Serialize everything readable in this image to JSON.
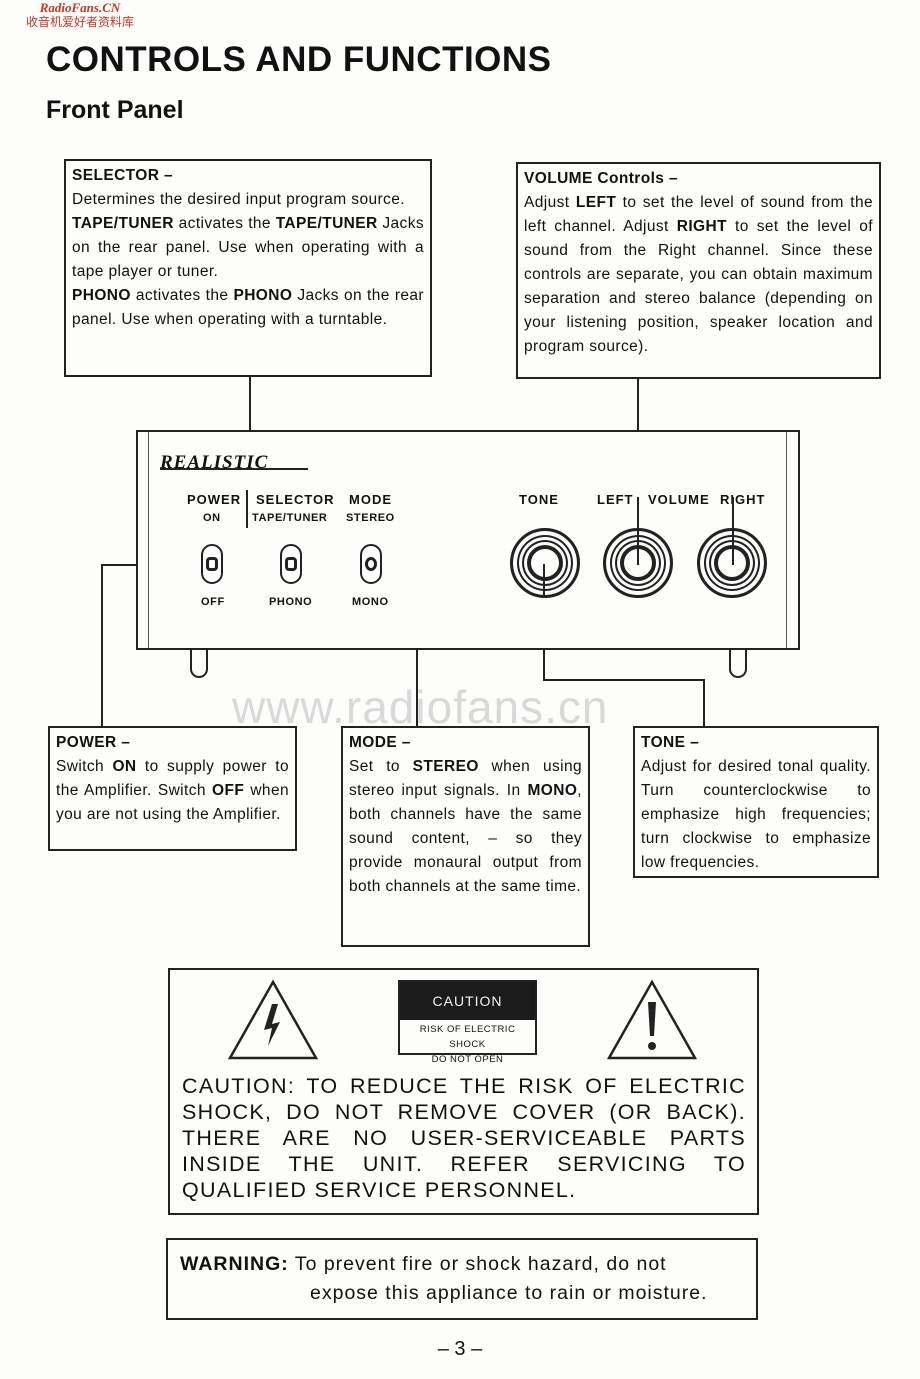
{
  "watermark_top": {
    "line1": "RadioFans.CN",
    "line2": "收音机爱好者资料库"
  },
  "watermark_mid": "www.radiofans.cn",
  "title": "CONTROLS AND FUNCTIONS",
  "subtitle": "Front Panel",
  "selector": {
    "head": "SELECTOR –",
    "p1": "Determines the desired input program source.",
    "p2a": "TAPE/TUNER",
    "p2b": " activates the ",
    "p2c": "TAPE/TUNER",
    "p2d": " Jacks on the rear panel. Use when operating with a tape player or tuner.",
    "p3a": "PHONO",
    "p3b": " activates the ",
    "p3c": "PHONO",
    "p3d": " Jacks on the rear panel. Use when operating with a turntable."
  },
  "volume": {
    "head": "VOLUME Controls –",
    "t1": "Adjust ",
    "b1": "LEFT",
    "t2": " to set the level of sound from the left channel. Adjust ",
    "b2": "RIGHT",
    "t3": " to set the level of sound from the Right channel. Since these controls are separate, you can obtain maximum separation and stereo balance (depending on your listening position, speaker location and program source)."
  },
  "panel": {
    "logo": "REALISTIC",
    "power": "POWER",
    "on": "ON",
    "off": "OFF",
    "selector": "SELECTOR",
    "tape_tuner": "TAPE/TUNER",
    "phono": "PHONO",
    "mode": "MODE",
    "stereo": "STEREO",
    "mono": "MONO",
    "tone": "TONE",
    "left": "LEFT",
    "volume": "VOLUME",
    "right": "RIGHT"
  },
  "power_box": {
    "head": "POWER –",
    "t1": "Switch ",
    "b1": "ON",
    "t2": " to supply power to the Amplifier. Switch ",
    "b2": "OFF",
    "t3": " when you are not using the Amplifier."
  },
  "mode_box": {
    "head": "MODE –",
    "t1": "Set to ",
    "b1": "STEREO",
    "t2": " when using stereo input signals. In ",
    "b2": "MONO",
    "t3": ", both channels have the same sound content, – so they provide monaural output from both channels at the same time."
  },
  "tone_box": {
    "head": "TONE –",
    "t1": "Adjust for desired tonal quality. Turn counterclockwise to emphasize high frequencies; turn clockwise to emphasize low frequencies."
  },
  "caution": {
    "badge_title": "CAUTION",
    "badge_line1": "RISK OF ELECTRIC SHOCK",
    "badge_line2": "DO NOT OPEN",
    "text": "CAUTION:  TO REDUCE THE RISK OF ELECTRIC SHOCK, DO NOT REMOVE COVER (OR BACK). THERE ARE NO USER-SERVICEABLE PARTS INSIDE THE UNIT. REFER SERVICING TO QUALIFIED SERVICE PERSONNEL."
  },
  "warning": {
    "label": "WARNING:",
    "line1": " To prevent fire or shock hazard, do not",
    "line2": "expose this appliance to rain or moisture."
  },
  "page_number": "– 3 –"
}
